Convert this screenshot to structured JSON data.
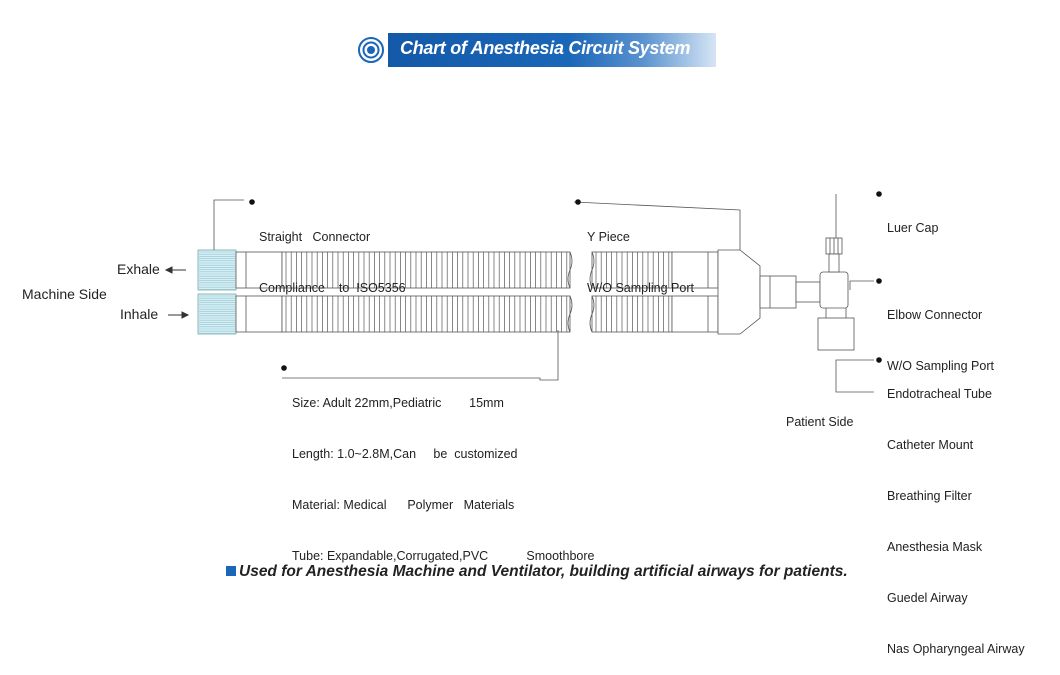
{
  "title": "Chart of Anesthesia Circuit System",
  "side_labels": {
    "machine_side": "Machine Side",
    "exhale": "Exhale",
    "inhale": "Inhale",
    "patient_side": "Patient Side"
  },
  "callouts": {
    "straight_connector": [
      "Straight   Connector",
      "Compliance    to  ISO5356"
    ],
    "y_piece": [
      "Y Piece",
      "W/O Sampling Port"
    ],
    "luer_cap": [
      "Luer Cap"
    ],
    "elbow_connector": [
      "Elbow Connector",
      "W/O Sampling Port"
    ],
    "size_info": [
      "Size: Adult 22mm,Pediatric        15mm",
      "Length: 1.0~2.8M,Can     be  customized",
      "Material: Medical      Polymer   Materials",
      "Tube: Expandable,Corrugated,PVC           Smoothbore"
    ],
    "patient_accessories": [
      "Endotracheal Tube",
      "Catheter Mount",
      "Breathing Filter",
      "Anesthesia Mask",
      "Guedel Airway",
      "Nas Opharyngeal Airway"
    ]
  },
  "footer": "Used for Anesthesia Machine and Ventilator, building artificial airways for patients.",
  "colors": {
    "title_bar": "#1a66b8",
    "line": "#555555",
    "connector_fill": "#d7eef5"
  }
}
